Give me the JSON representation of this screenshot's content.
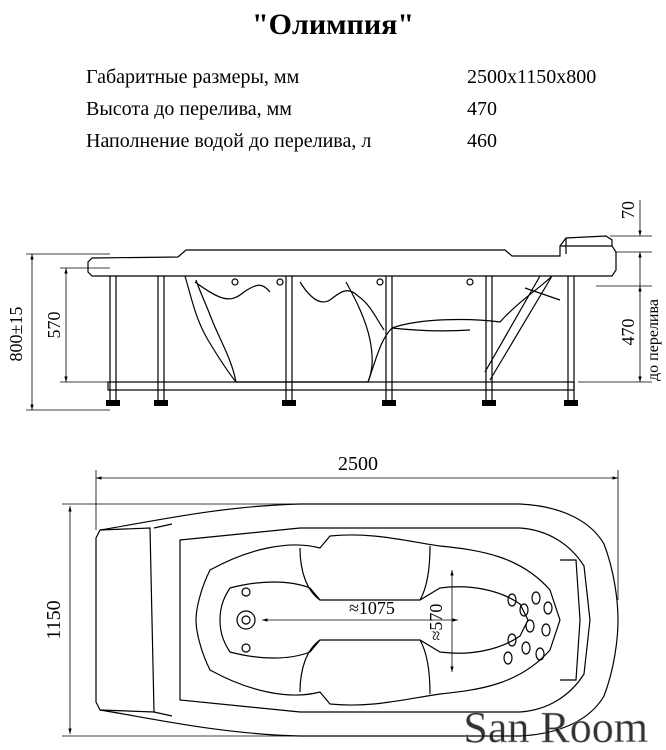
{
  "title": "\"Олимпия\"",
  "specs": [
    {
      "label": "Габаритные размеры, мм",
      "value": "2500x1150x800"
    },
    {
      "label": "Высота до перелива, мм",
      "value": "470"
    },
    {
      "label": "Наполнение водой до перелива, л",
      "value": "460"
    }
  ],
  "side_view": {
    "dim_total_height": "800±15",
    "dim_inner_height": "570",
    "dim_top": "70",
    "dim_overflow": "470",
    "overflow_note": "до перелива"
  },
  "top_view": {
    "dim_length": "2500",
    "dim_width": "1150",
    "dim_inner_length": "≈1075",
    "dim_inner_width": "≈570"
  },
  "watermark": "San Room"
}
